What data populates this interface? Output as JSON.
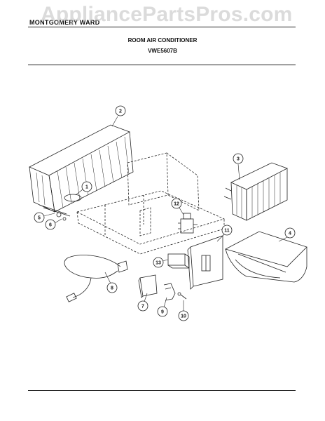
{
  "header": {
    "brand": "MONTGOMERY WARD",
    "watermark": "AppliancePartsPros.com",
    "title": "ROOM AIR CONDITIONER",
    "model": "VWE5607B"
  },
  "callouts": [
    {
      "label": "1"
    },
    {
      "label": "2"
    },
    {
      "label": "3"
    },
    {
      "label": "4"
    },
    {
      "label": "5"
    },
    {
      "label": "6"
    },
    {
      "label": "7"
    },
    {
      "label": "8"
    },
    {
      "label": "9"
    },
    {
      "label": "10"
    },
    {
      "label": "11"
    },
    {
      "label": "12"
    },
    {
      "label": "13"
    }
  ]
}
